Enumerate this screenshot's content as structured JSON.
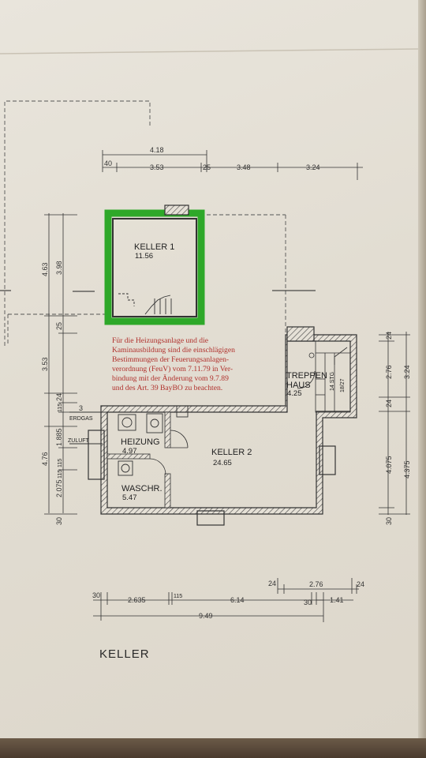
{
  "title": "KELLER",
  "note_lines": [
    "Für die Heizungsanlage und die",
    "Kaminausbildung sind die einschlägigen",
    "Bestimmungen der Feuerungsanlagen-",
    "verordnung (FeuV) vom 7.11.79 in Ver-",
    "bindung mit der Änderung vom 9.7.89",
    "und des Art. 39 BayBO zu beachten."
  ],
  "rooms": {
    "keller1": {
      "name": "KELLER 1",
      "area": "11.56"
    },
    "keller2": {
      "name": "KELLER 2",
      "area": "24.65"
    },
    "heizung": {
      "name": "HEIZUNG",
      "area": "4.97"
    },
    "waschr": {
      "name": "WASCHR.",
      "area": "5.47"
    },
    "treppenhaus": {
      "name_line1": "TREPPEN",
      "name_line2": "HAUS",
      "area": "4.25"
    }
  },
  "labels": {
    "erdgas": "ERDGAS",
    "zuluft": "ZULUFT",
    "stair_stg": "14 STG",
    "stair_ratio": "18/27"
  },
  "dims_top": {
    "d418": "4.18",
    "d40": "40",
    "d353": "3.53",
    "d25": "25",
    "d348": "3.48",
    "d324": "3.24"
  },
  "dims_left": {
    "d463": "4.63",
    "d398": "3.98",
    "d25": "25",
    "d353": "3.53",
    "d24": "24",
    "d115a": "115",
    "d3": "3",
    "d1885": "1.885",
    "d115b": "115",
    "d476": "4.76",
    "d2075": "2.075",
    "d115c": "115",
    "d30": "30"
  },
  "dims_right": {
    "d24a": "24",
    "d276": "2.76",
    "d324": "3.24",
    "d24b": "24",
    "d4075": "4.075",
    "d4375": "4.375",
    "d30": "30"
  },
  "dims_bottom": {
    "d30a": "30",
    "d2635": "2.635",
    "d115": "115",
    "d614": "6.14",
    "d30b": "30",
    "d141": "1.41",
    "d949": "9.49",
    "d24a": "24",
    "d276": "2.76",
    "d24b": "24"
  },
  "colors": {
    "highlight": "#2ea829",
    "note": "#b0302c",
    "wall": "#3a3a3a"
  }
}
